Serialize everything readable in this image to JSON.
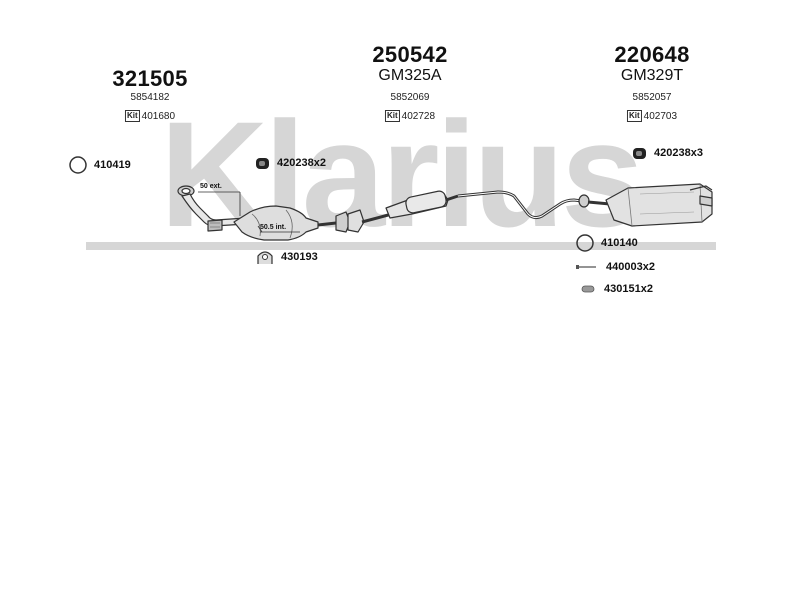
{
  "watermark": "Klarius",
  "groups": [
    {
      "part_number": "321505",
      "oe_number": "5854182",
      "kit_label": "Kit",
      "kit_number": "401680"
    },
    {
      "part_number": "250542",
      "code": "GM325A",
      "oe_number": "5852069",
      "kit_label": "Kit",
      "kit_number": "402728"
    },
    {
      "part_number": "220648",
      "code": "GM329T",
      "oe_number": "5852057",
      "kit_label": "Kit",
      "kit_number": "402703"
    }
  ],
  "fittings": {
    "ring_front": "410419",
    "clamp_front": "420238x2",
    "hanger_front": "430193",
    "clamp_rear": "420238x3",
    "ring_rear": "410140",
    "bolt_rear": "440003x2",
    "rubber_rear": "430151x2"
  },
  "dimensions": {
    "ext": "50 ext.",
    "int": "50.5 int."
  },
  "colors": {
    "watermark": "#d4d4d4",
    "line": "#333333",
    "fill": "#e6e6e6"
  }
}
